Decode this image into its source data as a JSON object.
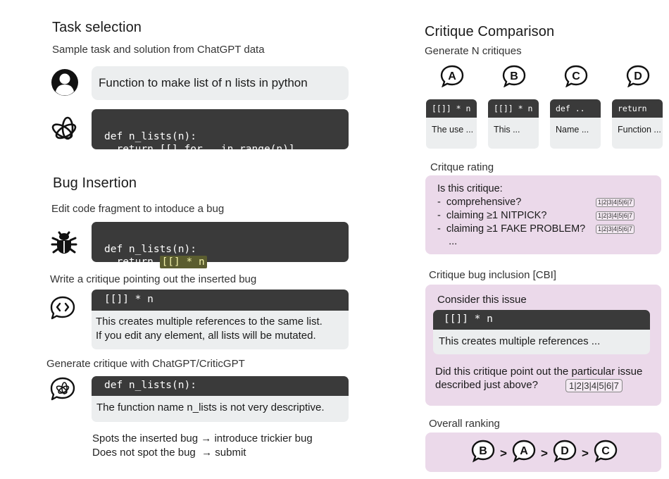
{
  "left": {
    "task_selection": {
      "title": "Task selection",
      "subtitle": "Sample task and solution from ChatGPT data",
      "user_prompt": "Function to make list of n lists in python",
      "code_line1": "def n_lists(n):",
      "code_line2": "  return [[] for _ in range(n)]"
    },
    "bug_insertion": {
      "title": "Bug Insertion",
      "subtitle": "Edit code fragment to intoduce a bug",
      "code_line1": "def n_lists(n):",
      "code_line2_prefix": "  return ",
      "code_bug": "[[] * n"
    },
    "write_critique": {
      "subtitle": "Write a critique pointing out the inserted bug",
      "code": "[[]] * n",
      "text_line1": "This creates multiple references to the same list.",
      "text_line2": "If you edit any element, all lists will be mutated."
    },
    "generate_critique": {
      "subtitle": "Generate critique with ChatGPT/CriticGPT",
      "code": "def n_lists(n):",
      "text": "The function name n_lists is not very descriptive."
    },
    "outcomes": {
      "line1": "Spots the inserted bug → introduce trickier bug",
      "line2": "Does not spot the bug  → submit"
    }
  },
  "right": {
    "comparison": {
      "title": "Critique Comparison",
      "subtitle": "Generate N critiques",
      "critiques": [
        {
          "letter": "A",
          "code": "[[]] * n",
          "text": "The use ..."
        },
        {
          "letter": "B",
          "code": "[[]] * n",
          "text": "This ..."
        },
        {
          "letter": "C",
          "code": "def ..",
          "text": "Name ..."
        },
        {
          "letter": "D",
          "code": "return",
          "text": "Function ..."
        }
      ]
    },
    "rating": {
      "label": "Critque rating",
      "question": "Is this critique:",
      "items": [
        "-  comprehensive?",
        "-  claiming ≥1 NITPICK?",
        "-  claiming ≥1 FAKE PROBLEM?",
        "    ..."
      ],
      "scale": "1|2|3|4|5|6|7"
    },
    "cbi": {
      "label": "Critique bug inclusion [CBI]",
      "consider": "Consider this issue",
      "code": "[[]] * n",
      "issue_text": "This creates multiple references ...",
      "question_line1": "Did this critique point out the particular issue",
      "question_line2": "described just above?",
      "scale": "1|2|3|4|5|6|7"
    },
    "ranking": {
      "label": "Overall ranking",
      "order": [
        "B",
        "A",
        "D",
        "C"
      ],
      "separator": ">"
    }
  },
  "colors": {
    "dark_box": "#3a3a3a",
    "light_box": "#eceeef",
    "pink_box": "#ebd9ea",
    "highlight": "#5b5d2f"
  },
  "icons": [
    "user-avatar-icon",
    "openai-logo-icon",
    "bug-icon",
    "code-chat-icon",
    "openai-chat-icon",
    "letter-bubble-icon"
  ]
}
